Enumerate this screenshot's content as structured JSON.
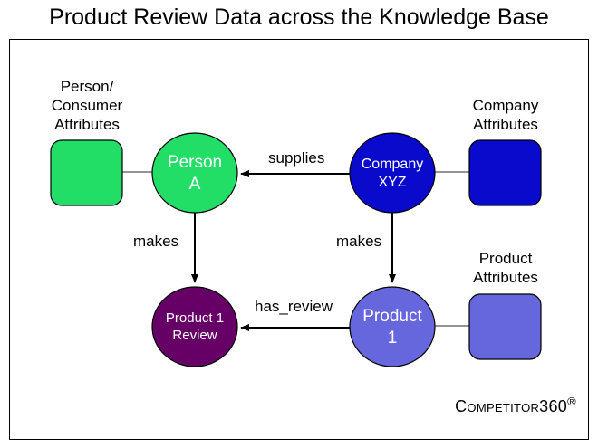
{
  "title": "Product Review Data across the Knowledge Base",
  "nodes": {
    "person_a": {
      "line1": "Person",
      "line2": "A",
      "color": "#22dd66"
    },
    "company_xyz": {
      "line1": "Company",
      "line2": "XYZ",
      "color": "#0a0acc"
    },
    "product_1": {
      "line1": "Product",
      "line2": "1",
      "color": "#6666dd"
    },
    "product_1_review": {
      "line1": "Product 1",
      "line2": "Review",
      "color": "#660066"
    }
  },
  "attributes": {
    "person": {
      "line1": "Person/",
      "line2": "Consumer",
      "line3": "Attributes",
      "color": "#22dd66"
    },
    "company": {
      "line1": "Company",
      "line2": "Attributes",
      "color": "#0a0acc"
    },
    "product": {
      "line1": "Product",
      "line2": "Attributes",
      "color": "#6666dd"
    }
  },
  "edges": {
    "supplies": "supplies",
    "makes_person": "makes",
    "makes_company": "makes",
    "has_review": "has_review"
  },
  "brand": {
    "c": "C",
    "rest": "OMPETITOR",
    "num": "360",
    "reg": "®"
  }
}
